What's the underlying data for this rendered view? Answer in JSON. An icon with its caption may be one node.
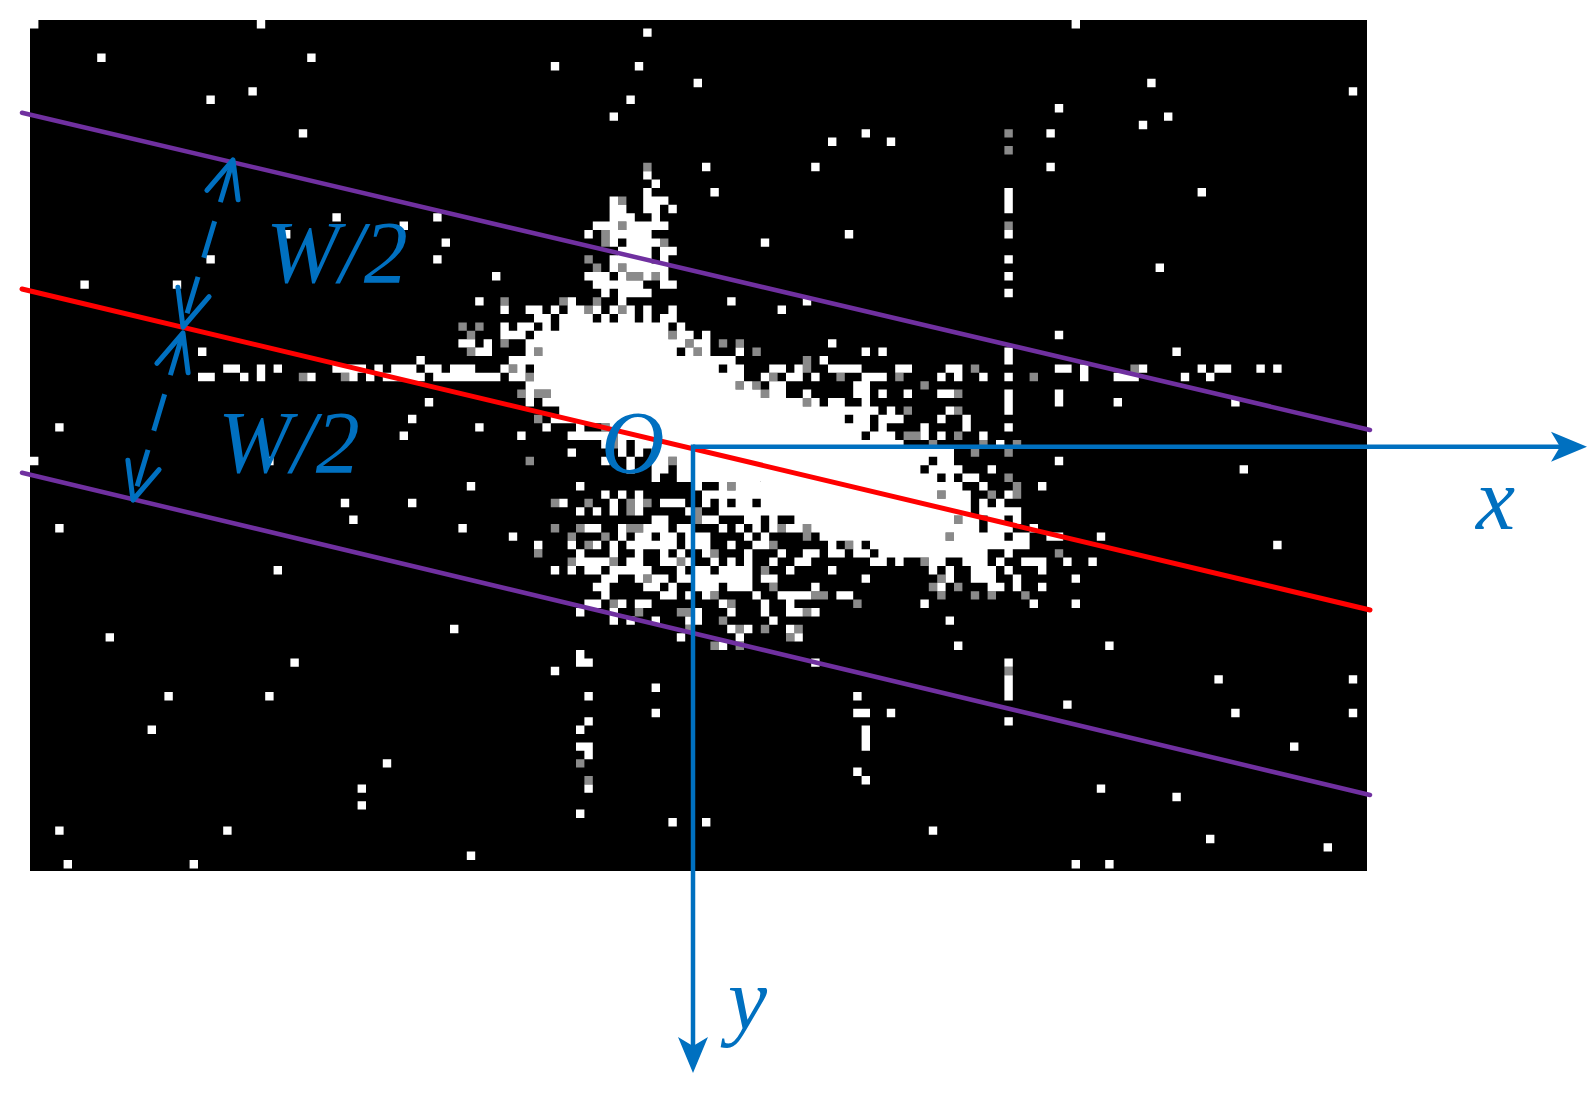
{
  "diagram": {
    "labels": [
      "W/2",
      "W/2",
      "O",
      "x",
      "y"
    ]
  }
}
